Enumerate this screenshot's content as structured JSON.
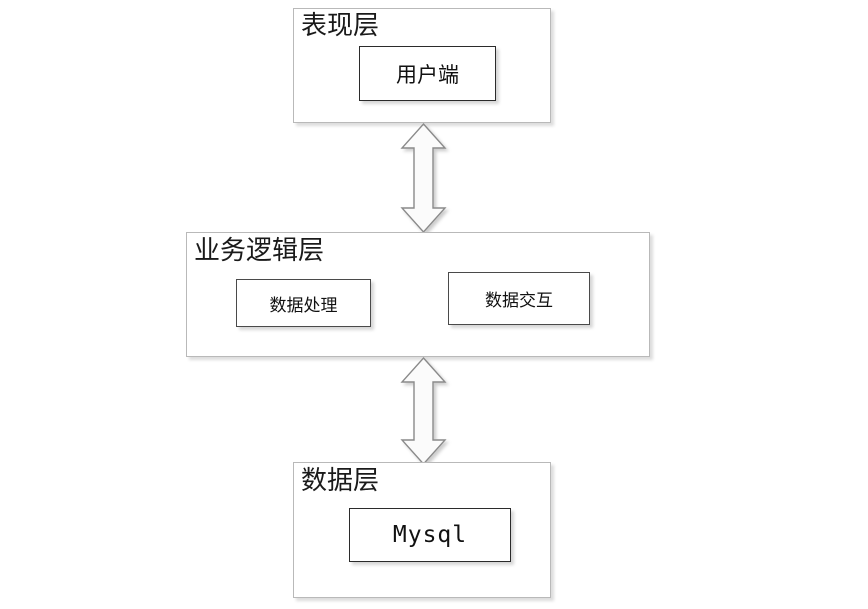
{
  "diagram": {
    "type": "layered-architecture",
    "title_text_present": false,
    "colors": {
      "background": "#ffffff",
      "outer_border": "#b9b9b9",
      "inner_border": "#4a4a4a",
      "arrow_fill": "#fcfcfc",
      "arrow_stroke": "#8a8a8a",
      "text": "#111111"
    },
    "layers": [
      {
        "id": "presentation",
        "title": "表现层",
        "components": [
          {
            "id": "client",
            "label": "用户端",
            "style": "emphasis"
          }
        ]
      },
      {
        "id": "business-logic",
        "title": "业务逻辑层",
        "components": [
          {
            "id": "data-processing",
            "label": "数据处理",
            "style": "normal"
          },
          {
            "id": "data-interaction",
            "label": "数据交互",
            "style": "normal"
          }
        ]
      },
      {
        "id": "data",
        "title": "数据层",
        "components": [
          {
            "id": "mysql",
            "label": "Mysql",
            "style": "emphasis-mono"
          }
        ]
      }
    ],
    "connectors": [
      {
        "id": "presentation-to-business",
        "from": "presentation",
        "to": "business-logic",
        "direction": "bidirectional",
        "shape": "block-double-arrow"
      },
      {
        "id": "business-to-data",
        "from": "business-logic",
        "to": "data",
        "direction": "bidirectional",
        "shape": "block-double-arrow"
      }
    ]
  }
}
